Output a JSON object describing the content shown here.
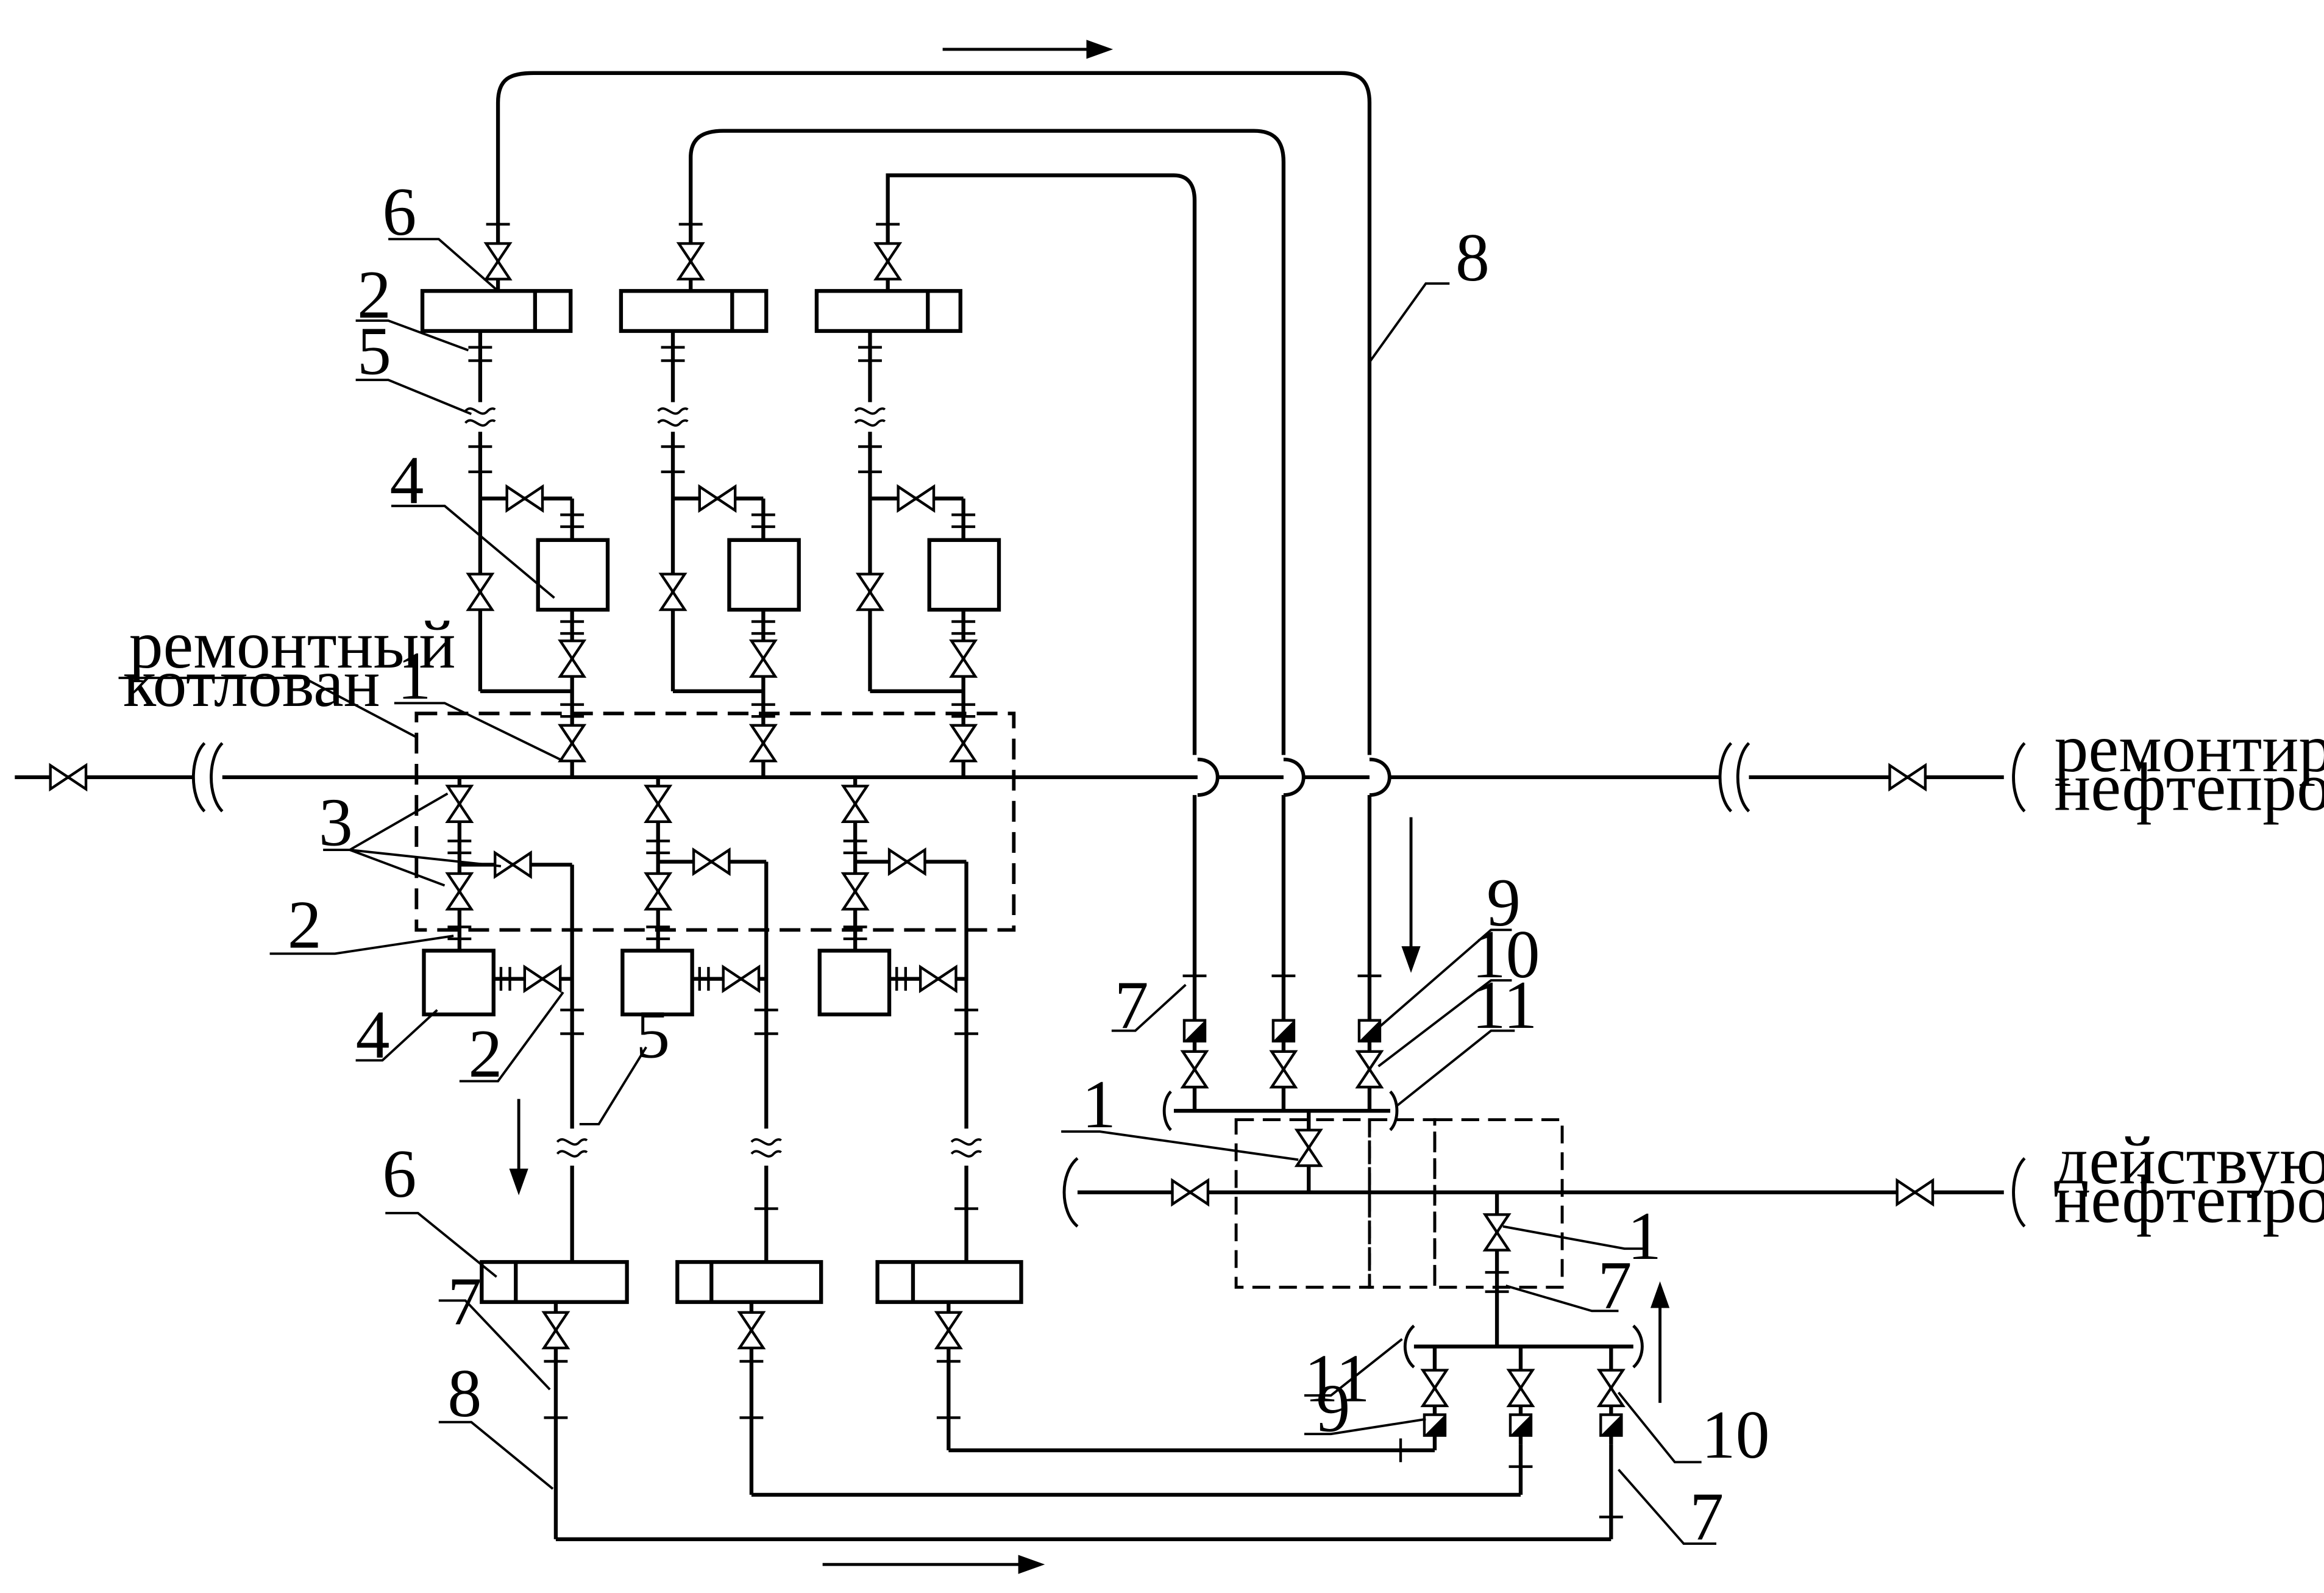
{
  "labels": {
    "repair_pit_line1": "ремонтный",
    "repair_pit_line2": "котлован",
    "repaired_pipeline_line1": "ремонтируемый",
    "repaired_pipeline_line2": "нефтепровод",
    "active_pipeline_line1": "действующий",
    "active_pipeline_line2": "нефтепровод"
  },
  "callouts": {
    "n1": "1",
    "n2": "2",
    "n3": "3",
    "n4": "4",
    "n5": "5",
    "n6": "6",
    "n7": "7",
    "n8": "8",
    "n9": "9",
    "n10": "10",
    "n11": "11"
  },
  "colors": {
    "line": "#000000",
    "background": "#ffffff",
    "check_valve_fill": "#000000"
  }
}
